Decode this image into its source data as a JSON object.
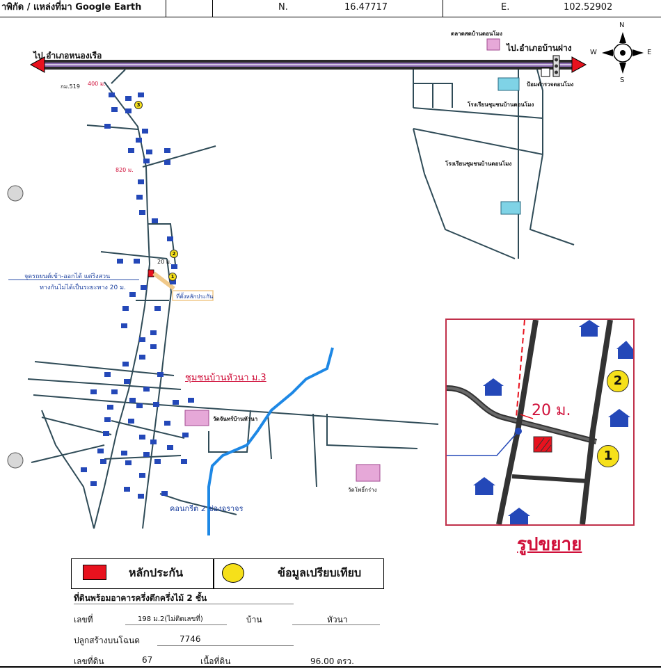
{
  "header": {
    "label": "าพิกัด / แหล่งที่มา Google Earth",
    "n_label": "N.",
    "n_value": "16.47717",
    "e_label": "E.",
    "e_value": "102.52902"
  },
  "compass": {
    "n": "N",
    "s": "S",
    "e": "E",
    "w": "W"
  },
  "map_labels": {
    "to_nongrua": "ไป.อำเภอหนองเรือ",
    "to_banphai": "ไป.อำเภอบ้านฝาง",
    "market": "ตลาดสดบ้านดอนโมง",
    "police": "ป้อมตำรวจดอนโมง",
    "school_1": "โรงเรียนชุมชนบ้านดอนโมง",
    "school_2": "โรงเรียนชุมชนบ้านดอนโมง",
    "km": "กม.519",
    "dist_400": "400 ม.",
    "dist_820": "820 ม.",
    "dist_20": "20 ม.",
    "note_line1": "จุดรถยนต์เข้า-ออกได้ แต่ริงสวน",
    "note_line2": "ทางกันไม่ได้เป็นระยะทาง 20 ม.",
    "property_tag": "ที่ตั้งหลักประกัน",
    "community": "ชุมชนบ้านหัวนา ม.3",
    "temple_1": "วัดจันทร์บ้านหัวนา",
    "temple_2": "วัดโพธิ์กร่าง",
    "concrete_road": "คอนกรีต 2 ช่องจราจร",
    "pt_1": "1",
    "pt_2": "2",
    "pt_3": "3"
  },
  "inset": {
    "title": "รูปขยาย",
    "distance": "20 ม.",
    "pt_1": "1",
    "pt_2": "2"
  },
  "legend": {
    "collateral": "หลักประกัน",
    "comparison": "ข้อมูลเปรียบเทียบ",
    "collateral_color": "#e8121e",
    "comparison_color": "#f6e01a"
  },
  "form": {
    "property_type": "ที่ดินพร้อมอาคารครึ่งตึกครึ่งไม้ 2   ชั้น",
    "house_no_label": "เลขที่",
    "house_no_value": "198 ม.2(ไม่ติดเลขที่)",
    "village_label": "บ้าน",
    "village_value": "หัวนา",
    "title_deed_label": "ปลูกสร้างบนโฉนด",
    "title_deed_value": "7746",
    "land_no_label": "เลขที่ดิน",
    "land_no_value": "67",
    "area_label": "เนื้อที่ดิน",
    "area_value": "96.00 ตรว."
  }
}
